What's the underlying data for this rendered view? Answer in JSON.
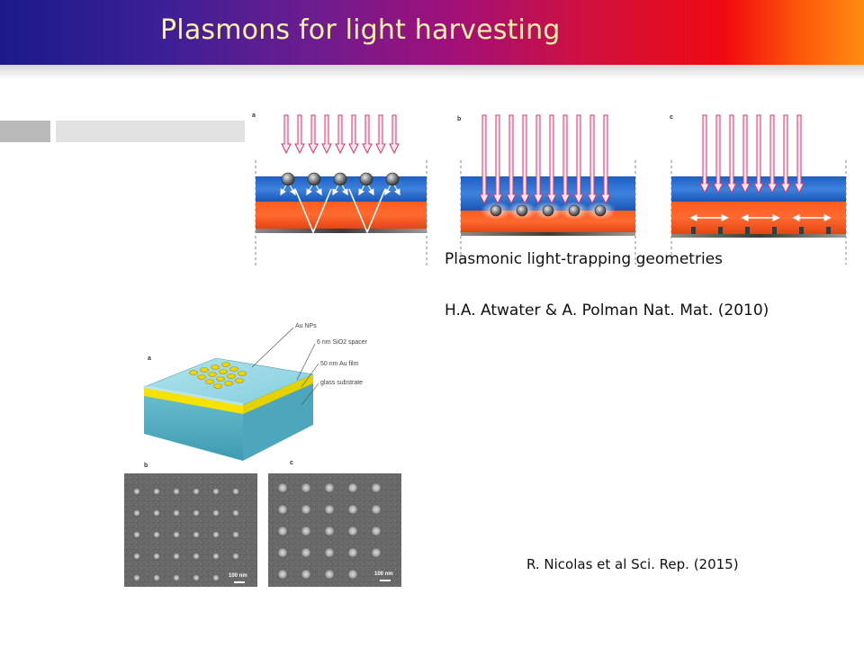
{
  "slide": {
    "title": "Plasmons for light harvesting",
    "colors": {
      "title_text": "#fff3a6",
      "header_start": "#1b1a8a",
      "header_end": "#ff8c12"
    }
  },
  "figure_top": {
    "panels": [
      {
        "label": "a"
      },
      {
        "label": "b"
      },
      {
        "label": "c"
      }
    ],
    "caption": "Plasmonic light-trapping geometries",
    "citation": "H.A. Atwater & A. Polman Nat. Mat. (2010)"
  },
  "figure_bottom": {
    "panel_a_label": "a",
    "panel_b_label": "b",
    "panel_c_label": "c",
    "layer_labels": {
      "nps": "Au NPs",
      "spacer": "6 nm SiO2 spacer",
      "film": "50 nm Au film",
      "substrate": "glass substrate"
    },
    "scale_bar_b": "100 nm",
    "scale_bar_c": "100 nm",
    "citation": "R. Nicolas et al Sci. Rep. (2015)"
  }
}
